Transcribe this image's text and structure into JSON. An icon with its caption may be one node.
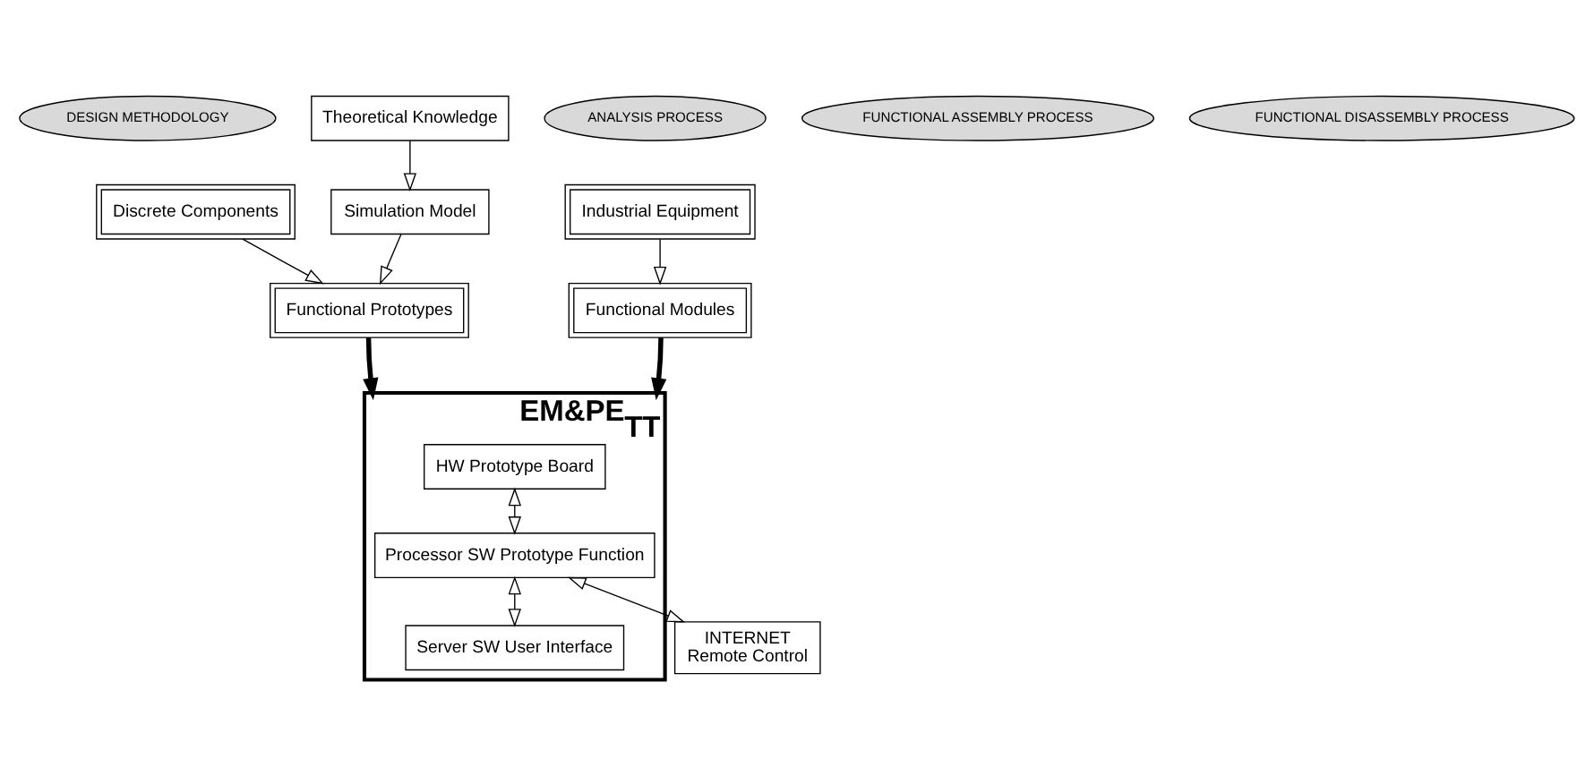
{
  "diagram": {
    "nodes": [
      {
        "text": [
          "DESIGN METHODOLOGY"
        ]
      },
      {
        "text": [
          "Discrete Components"
        ]
      },
      {
        "text": [
          "ANALYSIS PROCESS"
        ]
      },
      {
        "text": [
          "Industrial Equipment"
        ]
      },
      {
        "text": [
          "Theoretical Knowledge"
        ]
      },
      {
        "text": [
          "Simulation Model"
        ]
      },
      {
        "text": [
          "Functional Prototypes"
        ]
      },
      {
        "text": [
          "EM&PE$_{TT}$"
        ]
      },
      {
        "text": [
          "HW Prototype Board"
        ],
        "in": 7
      },
      {
        "text": [
          "Processor SW Prototype Function"
        ],
        "in": 7
      },
      {
        "text": [
          "Server SW User Interface"
        ],
        "in": 7
      },
      {
        "text": [
          "Functional Modules"
        ]
      },
      {
        "text": [
          "FUNCTIONAL ASSEMBLY PROCESS"
        ]
      },
      {
        "text": [
          "INTERNET",
          "Remote Control"
        ]
      },
      {
        "text": [
          "FUNCTIONAL DISASSEMBLY PROCESS"
        ]
      }
    ],
    "edges": [
      {
        "from": 4,
        "to": 5,
        "arrow": "to"
      },
      {
        "from": 1,
        "to": 6,
        "arrow": "to"
      },
      {
        "from": 5,
        "to": 6,
        "arrow": "to"
      },
      {
        "from": 6,
        "to": 7,
        "arrow": "to",
        "style": "thick"
      },
      {
        "from": 8,
        "to": 9,
        "arrow": "both"
      },
      {
        "from": 9,
        "to": 10,
        "arrow": "both"
      },
      {
        "from": 3,
        "to": 11,
        "arrow": "to"
      },
      {
        "from": 11,
        "to": 7,
        "arrow": "to",
        "style": "thick"
      },
      {
        "from": 9,
        "to": 13,
        "arrow": "both"
      }
    ]
  }
}
